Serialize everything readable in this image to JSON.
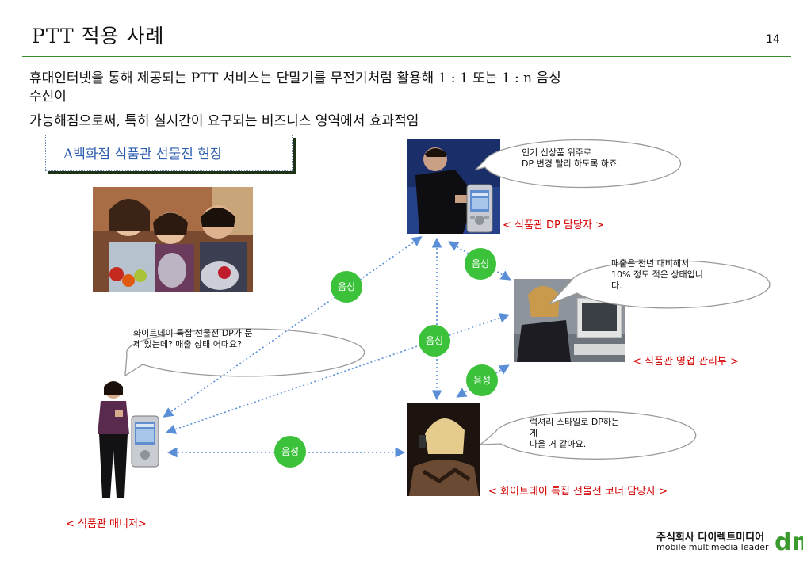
{
  "slide": {
    "title": "PTT 적용 사례",
    "page_number": "14",
    "intro_line1": "휴대인터넷을 통해 제공되는 PTT 서비스는 단말기를 무전기처럼 활용해 1 : 1 또는 1 : n 음성",
    "intro_line2": "수신이",
    "intro_line3": "가능해짐으로써, 특히 실시간이 요구되는 비즈니스 영역에서 효과적임",
    "venue": "A백화점 식품관 선물전 현장"
  },
  "people": {
    "manager": {
      "label": "< 식품관 매니저>",
      "bubble": "화이트데이 특집 선물전 DP가 문\n제 있는데? 매출 상태 어때요?"
    },
    "dp_staff": {
      "label": "< 식품관 DP 담당자 >",
      "bubble": "인기 신상품 위주로\nDP 변경 빨리 하도록 하죠."
    },
    "sales_dept": {
      "label": "< 식품관 영업 관리부 >",
      "bubble": "매출은 전년 대비해서\n10% 정도 적은 상태입니\n다."
    },
    "corner_staff": {
      "label": "< 화이트데이 특집 선물전 코너 담당자 >",
      "bubble": "럭셔리 스타일로 DP하는\n게\n나을 거 같아요."
    }
  },
  "voice_badges": [
    "음성",
    "음성",
    "음성",
    "음성",
    "음성"
  ],
  "logo": {
    "korean": "주식회사 다이렉트미디어",
    "tagline": "mobile multimedia leader",
    "mark": "dm"
  },
  "colors": {
    "accent_green": "#3cc23a",
    "label_red": "#d40000",
    "rule_green": "#3a8a2e",
    "arrow_blue": "#5a8fd8",
    "venue_blue": "#2f5fb0"
  }
}
